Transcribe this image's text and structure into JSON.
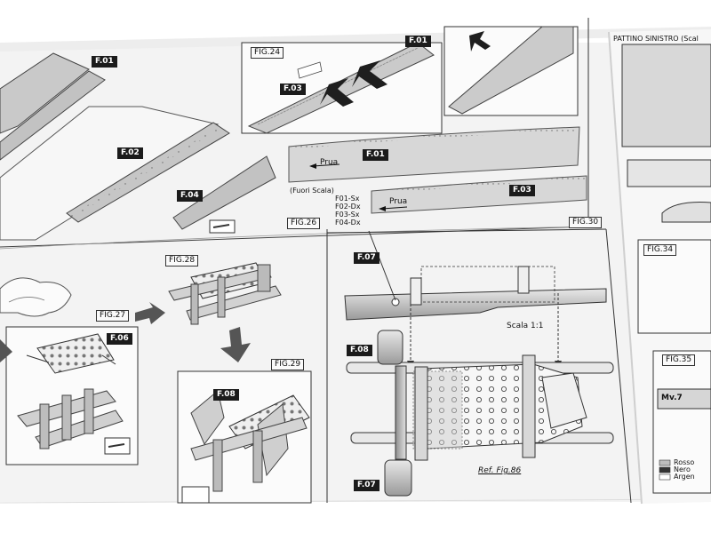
{
  "part_tags": {
    "f01_top_left": "F.01",
    "f02": "F.02",
    "f04": "F.04",
    "f03_fig24": "F.03",
    "f01_fig24": "F.01",
    "f01_strip": "F.01",
    "f03_strip": "F.03",
    "f07_top": "F.07",
    "f06": "F.06",
    "f08_fig29": "F.08",
    "f08_fig30": "F.08",
    "f07_bottom": "F.07"
  },
  "figures": {
    "fig24": "FIG.24",
    "fig26": "FIG.26",
    "fig27": "FIG.27",
    "fig28": "FIG.28",
    "fig29": "FIG.29",
    "fig30": "FIG.30",
    "fig34": "FIG.34",
    "fig35": "FIG.35"
  },
  "texts": {
    "prua_1": "Prua",
    "prua_2": "Prua",
    "fuori_scala": "(Fuori Scala)",
    "legend_lines": [
      "F01-Sx",
      "F02-Dx",
      "F03-Sx",
      "F04-Dx"
    ],
    "scala": "Scala 1:1",
    "ref_fig": "Ref. Fig.86",
    "pattino": "PATTINO SINISTRO (Scal",
    "mv": "Mv.7",
    "color_legend": [
      "Rosso",
      "Nero",
      "Argen"
    ]
  },
  "colors": {
    "paper": "#f2f2f2",
    "line": "#333333",
    "tag_bg": "#1b1b1b",
    "grey_part": "#cfcfcf"
  }
}
